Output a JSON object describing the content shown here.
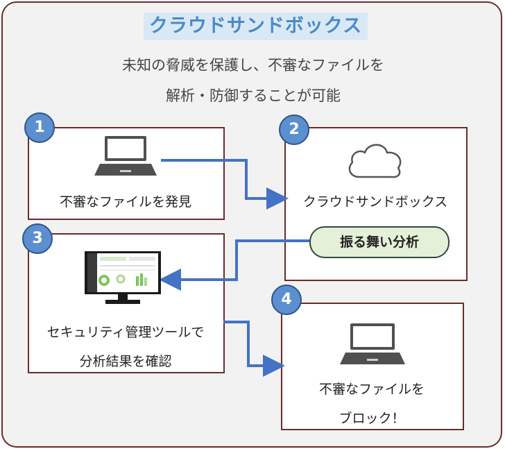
{
  "title": "クラウドサンドボックス",
  "subtitle_line1": "未知の脅威を保護し、不審なファイルを",
  "subtitle_line2": "解析・防御することが可能",
  "steps": [
    {
      "number": "1",
      "label": "不審なファイルを発見"
    },
    {
      "number": "2",
      "label": "クラウドサンドボックス",
      "action": "振る舞い分析"
    },
    {
      "number": "3",
      "label_line1": "セキュリティ管理ツールで",
      "label_line2": "分析結果を確認"
    },
    {
      "number": "4",
      "label_line1": "不審なファイルを",
      "label_line2": "ブロック！"
    }
  ],
  "colors": {
    "border": "#6b2a2a",
    "accent": "#4472c4",
    "badge": "#5b8fd0",
    "title_bg": "#d9e8f5",
    "title_text": "#4a8ac7",
    "pill_bg": "#e5f0d8"
  },
  "icons": [
    "laptop-icon",
    "cloud-icon",
    "monitor-icon",
    "laptop-icon"
  ]
}
